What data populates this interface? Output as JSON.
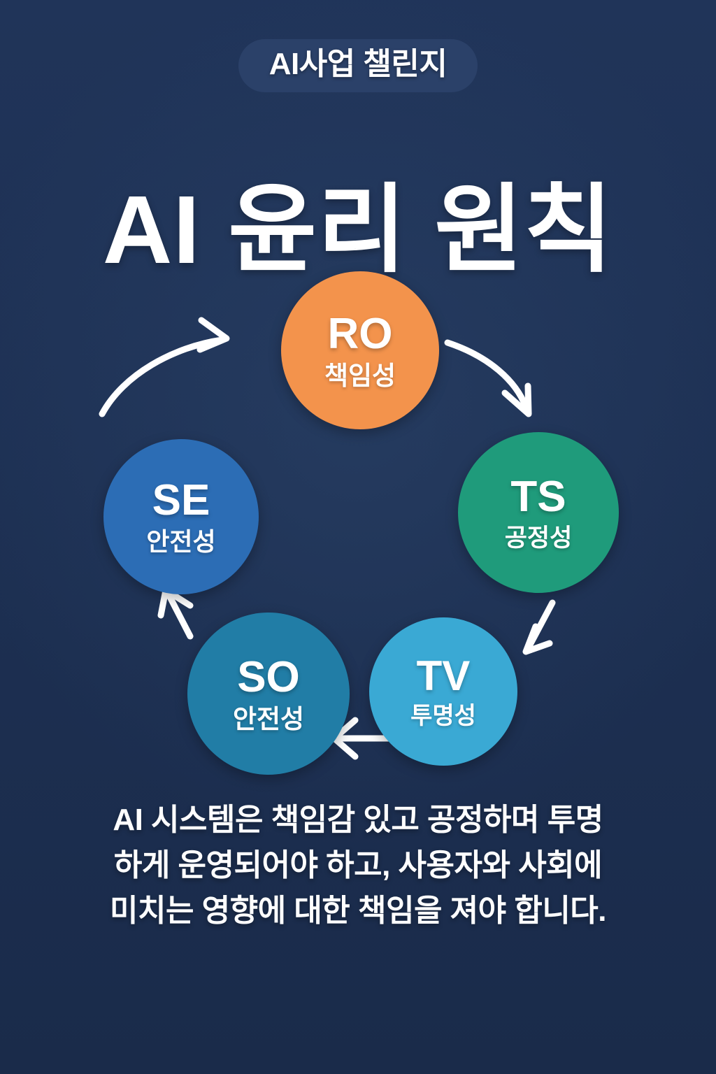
{
  "theme": {
    "background": "#1d3053",
    "badge_bg": "#2b4169",
    "text": "#ffffff",
    "arrow": "#ffffff"
  },
  "header": {
    "badge_label": "AI사업 챌린지",
    "title": "AI 윤리 원칙"
  },
  "diagram": {
    "type": "cycle",
    "nodes": [
      {
        "id": "RO",
        "code": "RO",
        "label": "책임성",
        "color": "#f3934c",
        "position": "top"
      },
      {
        "id": "TS",
        "code": "TS",
        "label": "공정성",
        "color": "#1f9b7b",
        "position": "right"
      },
      {
        "id": "TV",
        "code": "TV",
        "label": "투명성",
        "color": "#3aa9d4",
        "position": "bottom-right"
      },
      {
        "id": "SO",
        "code": "SO",
        "label": "안전성",
        "color": "#217da6",
        "position": "bottom-left"
      },
      {
        "id": "SE",
        "code": "SE",
        "label": "안전성",
        "color": "#2c6db5",
        "position": "left"
      }
    ],
    "arrows": [
      {
        "from": "RO",
        "to": "TS",
        "style": "curved"
      },
      {
        "from": "TS",
        "to": "TV",
        "style": "straight"
      },
      {
        "from": "TV",
        "to": "SO",
        "style": "straight"
      },
      {
        "from": "SO",
        "to": "SE",
        "style": "straight"
      },
      {
        "from": "SE",
        "to": "RO",
        "style": "curved"
      }
    ]
  },
  "caption": {
    "line1": "AI 시스템은 책임감 있고 공정하며 투명",
    "line2": "하게 운영되어야 하고, 사용자와 사회에",
    "line3": "미치는 영향에 대한 책임을 져야 합니다."
  }
}
